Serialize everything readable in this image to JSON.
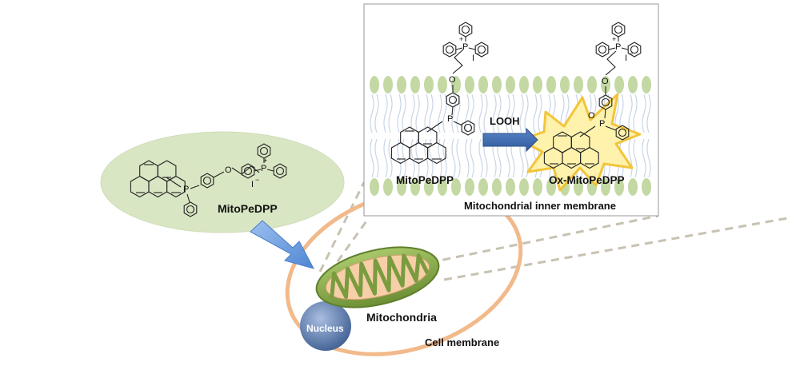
{
  "labels": {
    "mito_ellipse": "MitoPeDPP",
    "inset_probe": "MitoPeDPP",
    "inset_oxidized": "Ox-MitoPeDPP",
    "reagent": "LOOH",
    "inner_membrane": "Mitochondrial inner membrane",
    "mitochondria": "Mitochondria",
    "nucleus": "Nucleus",
    "cell_membrane": "Cell membrane"
  },
  "atoms": {
    "phosphorus": "P",
    "oxygen": "O",
    "iodide": "I",
    "plus": "+",
    "minus": "−"
  },
  "colors": {
    "probe_ellipse_fill": "#d9e6c3",
    "lipid_head": "#c3d8a2",
    "lipid_tail": "#c9d6e6",
    "cell_membrane": "#f2b98a",
    "mito_outer": "#7a9c3f",
    "mito_inner": "#f6cfa8",
    "nucleus": "#4f6f9f",
    "arrow_blue": "#6f9fdc",
    "reaction_arrow": "#3f67a8",
    "burst_fill": "#fff2a8",
    "burst_stroke": "#f2c230",
    "dashes": "#c8c2b2"
  }
}
